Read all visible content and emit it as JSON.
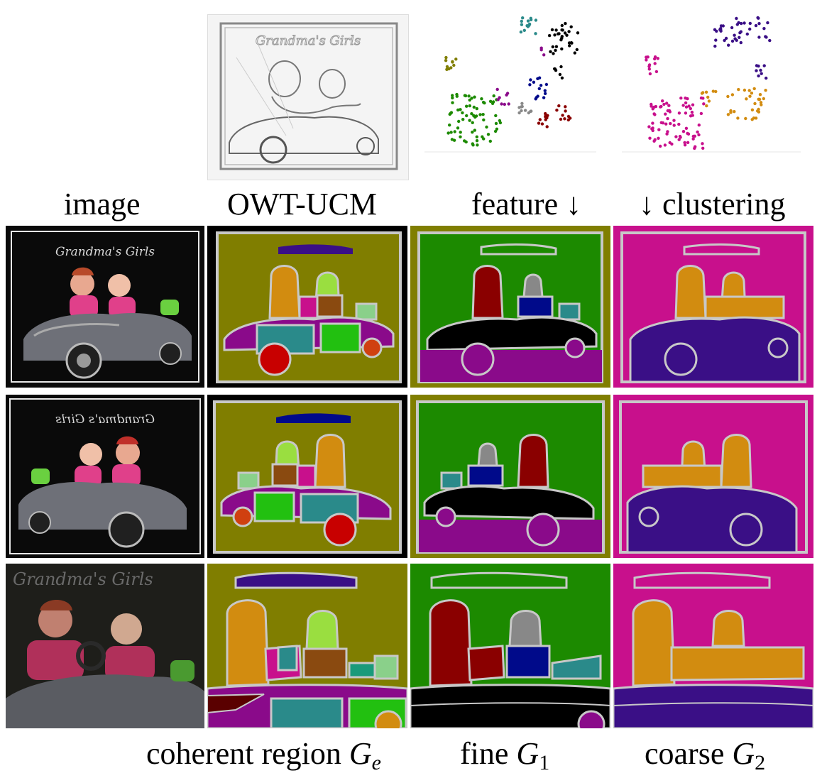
{
  "labels": {
    "image": "image",
    "owt_ucm": "OWT-UCM",
    "feature": "feature",
    "arrow_down": "↓",
    "clustering": "clustering",
    "coherent": "coherent region",
    "coherent_var": "G",
    "coherent_sub": "e",
    "fine": "fine",
    "fine_var": "G",
    "fine_sub": "1",
    "coarse": "coarse",
    "coarse_var": "G",
    "coarse_sub": "2"
  },
  "photo_caption": "Grandma's Girls",
  "photo_caption_mirrored": "Grandma's Girls",
  "colors": {
    "olive": "#807e00",
    "green": "#1c8a00",
    "magenta": "#c8108c",
    "boundary": "#c8c8c8",
    "orange": "#d28c10",
    "indigo": "#3a0f86",
    "teal": "#2a8a8a",
    "darkred": "#8a0000",
    "black": "#000000",
    "purple": "#8a0a8a",
    "lime": "#22c010",
    "red": "#c80000",
    "navy": "#000a8a",
    "gray": "#888888"
  }
}
